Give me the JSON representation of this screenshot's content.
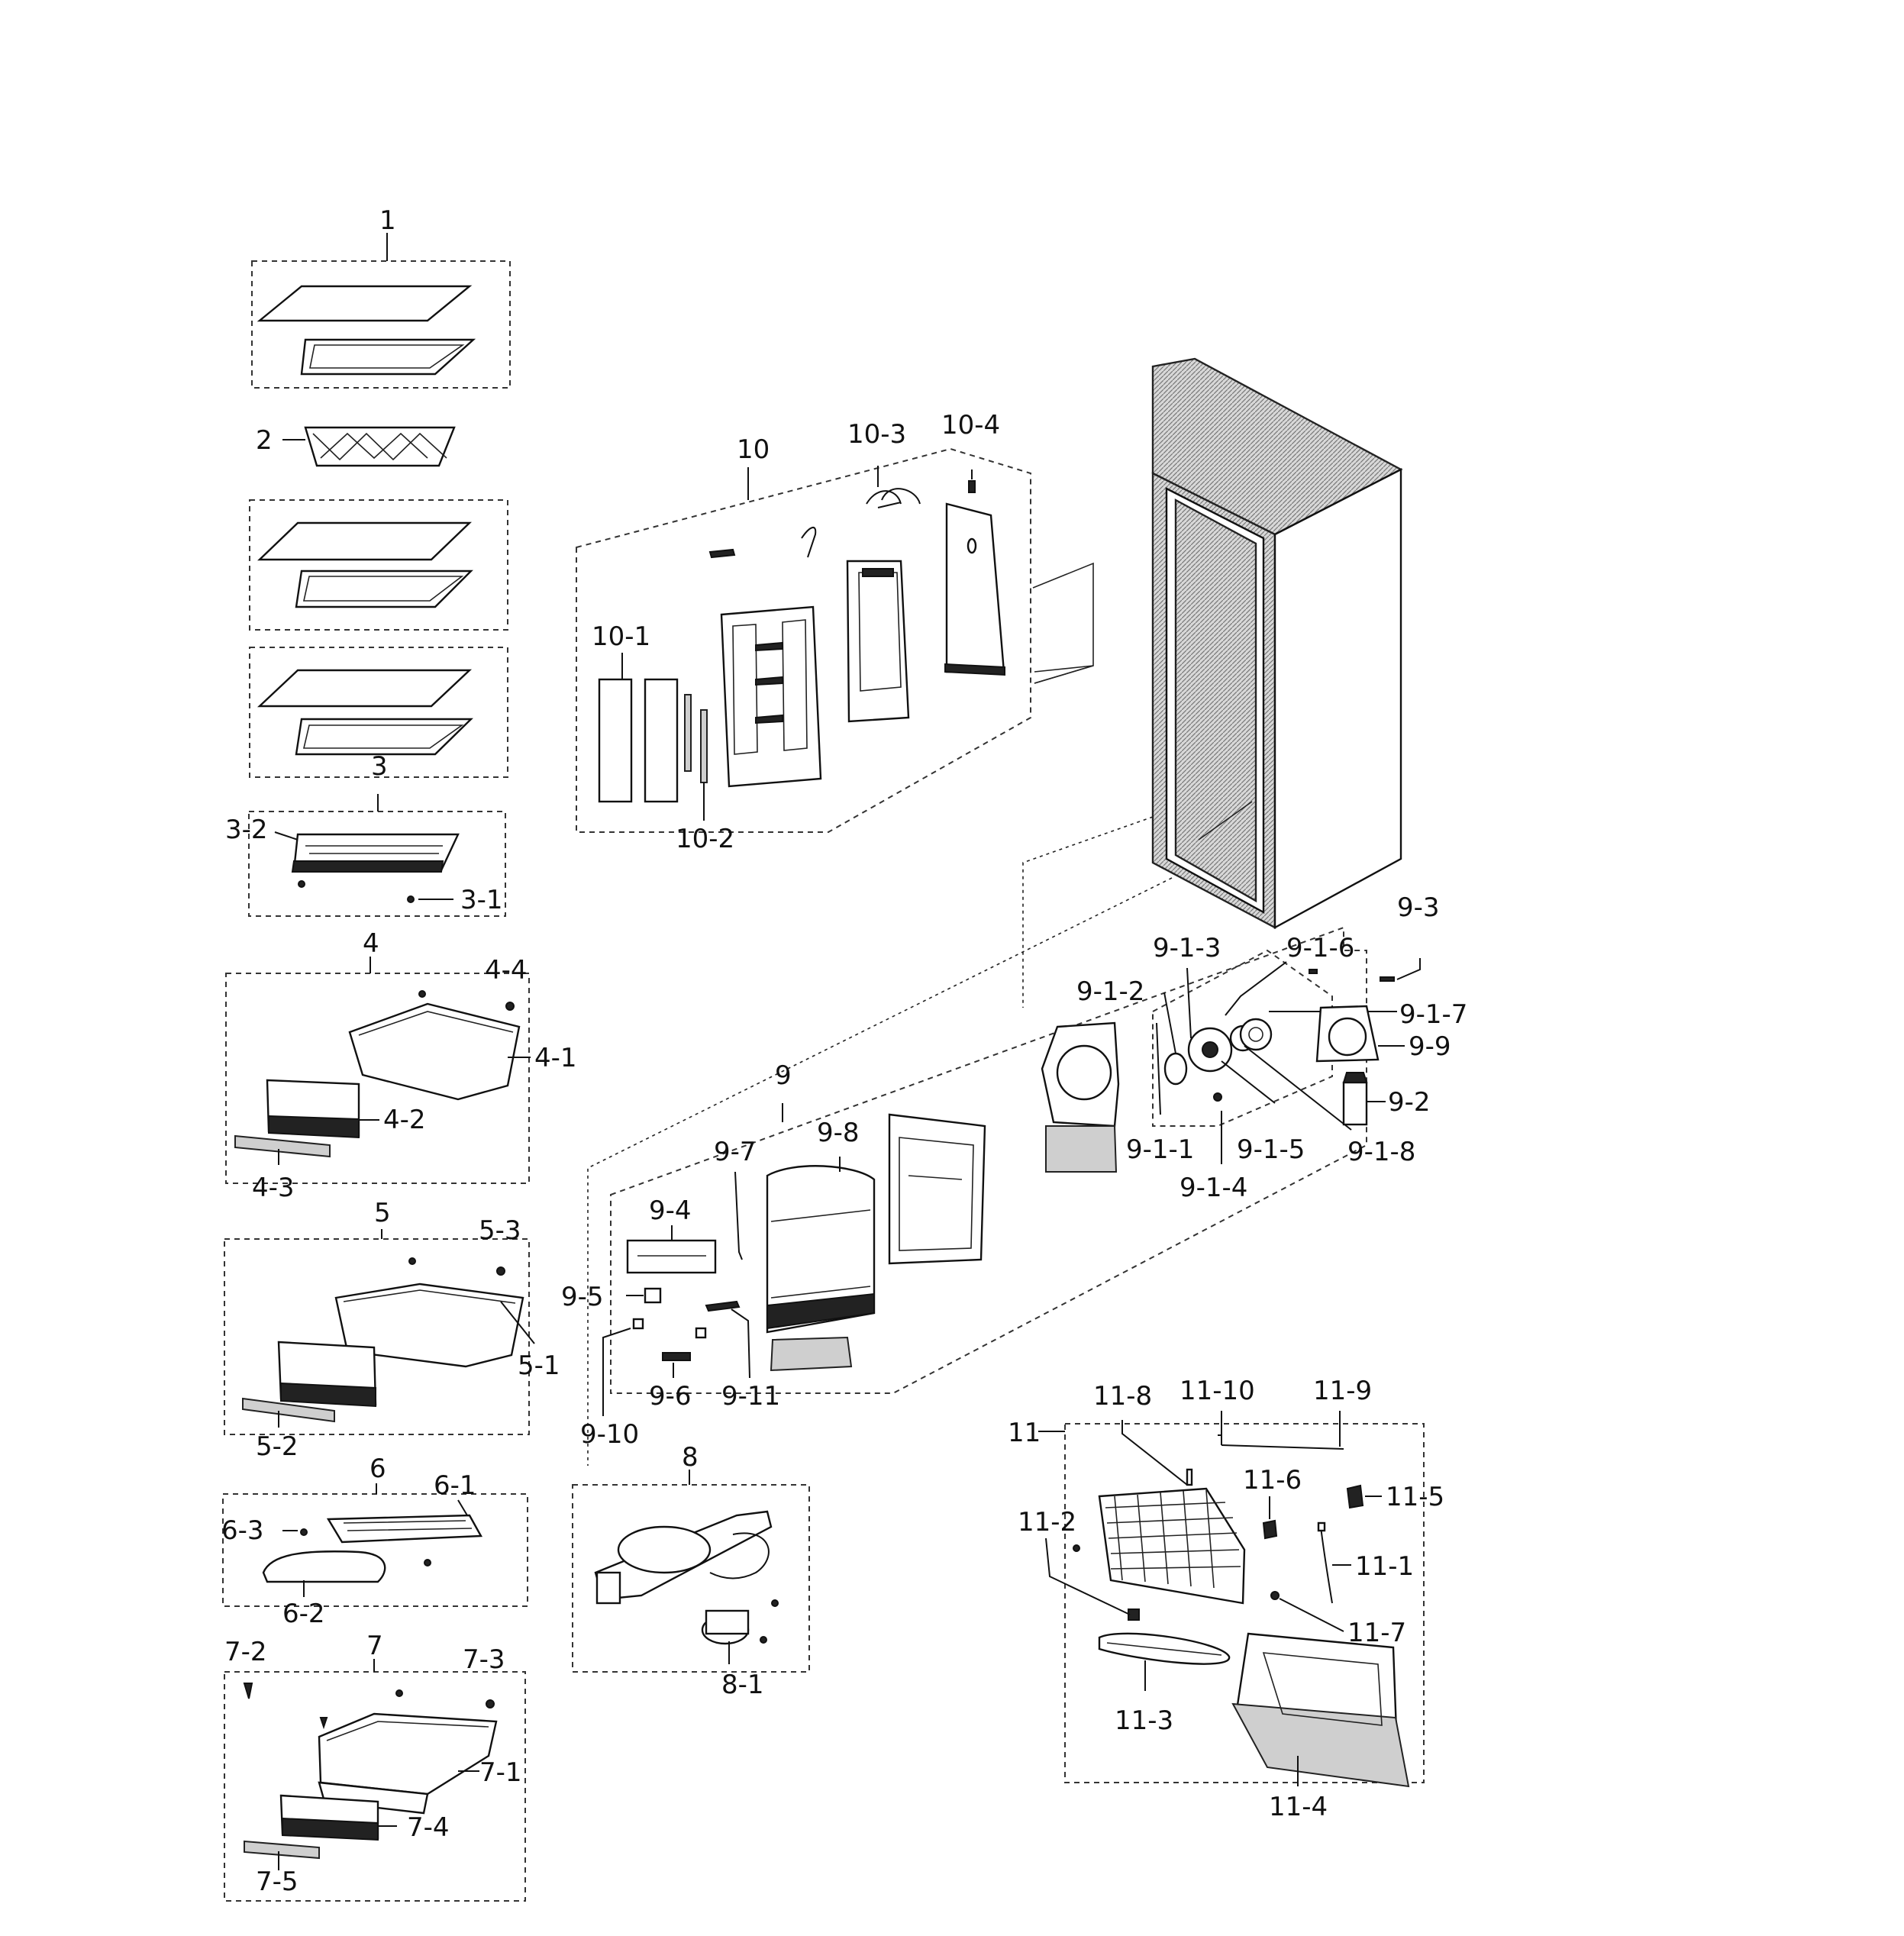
{
  "labels": {
    "l1": "1",
    "l2": "2",
    "l3": "3",
    "l3_1": "3-1",
    "l3_2": "3-2",
    "l4": "4",
    "l4_1": "4-1",
    "l4_2": "4-2",
    "l4_3": "4-3",
    "l4_4": "4-4",
    "l5": "5",
    "l5_1": "5-1",
    "l5_2": "5-2",
    "l5_3": "5-3",
    "l6": "6",
    "l6_1": "6-1",
    "l6_2": "6-2",
    "l6_3": "6-3",
    "l7": "7",
    "l7_1": "7-1",
    "l7_2": "7-2",
    "l7_3": "7-3",
    "l7_4": "7-4",
    "l7_5": "7-5",
    "l8": "8",
    "l8_1": "8-1",
    "l9": "9",
    "l9_1_1": "9-1-1",
    "l9_1_2": "9-1-2",
    "l9_1_3": "9-1-3",
    "l9_1_4": "9-1-4",
    "l9_1_5": "9-1-5",
    "l9_1_6": "9-1-6",
    "l9_1_7": "9-1-7",
    "l9_1_8": "9-1-8",
    "l9_2": "9-2",
    "l9_3": "9-3",
    "l9_4": "9-4",
    "l9_5": "9-5",
    "l9_6": "9-6",
    "l9_7": "9-7",
    "l9_8": "9-8",
    "l9_9": "9-9",
    "l9_10": "9-10",
    "l9_11": "9-11",
    "l10": "10",
    "l10_1": "10-1",
    "l10_2": "10-2",
    "l10_3": "10-3",
    "l10_4": "10-4",
    "l11": "11",
    "l11_1": "11-1",
    "l11_2": "11-2",
    "l11_3": "11-3",
    "l11_4": "11-4",
    "l11_5": "11-5",
    "l11_6": "11-6",
    "l11_7": "11-7",
    "l11_8": "11-8",
    "l11_9": "11-9",
    "l11_10": "11-10"
  }
}
